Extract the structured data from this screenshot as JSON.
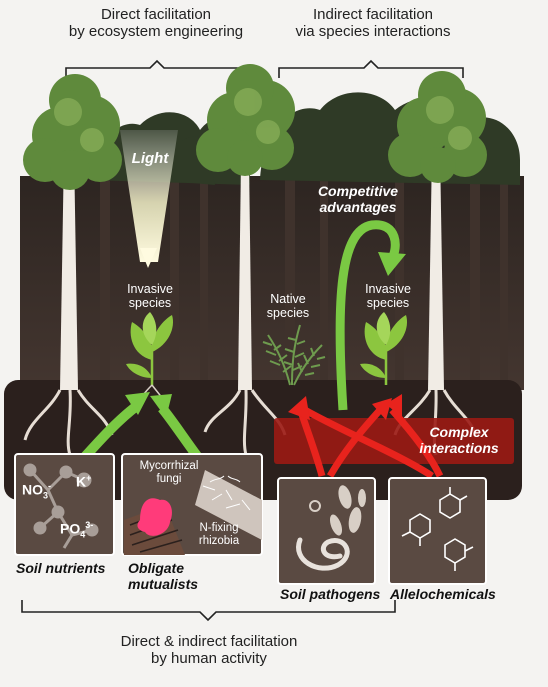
{
  "header": {
    "left_title_line1": "Direct facilitation",
    "left_title_line2": "by ecosystem engineering",
    "right_title_line1": "Indirect facilitation",
    "right_title_line2": "via species interactions"
  },
  "scene": {
    "light_label": "Light",
    "invasive_left_line1": "Invasive",
    "invasive_left_line2": "species",
    "native_line1": "Native",
    "native_line2": "species",
    "invasive_right_line1": "Invasive",
    "invasive_right_line2": "species",
    "competitive_line1": "Competitive",
    "competitive_line2": "advantages",
    "complex_line1": "Complex",
    "complex_line2": "interactions"
  },
  "boxes": {
    "soil_nutrients": {
      "caption": "Soil nutrients",
      "no3": "NO",
      "no3_sub": "3",
      "no3_sup": "-",
      "k": "K",
      "k_sup": "+",
      "po4": "PO",
      "po4_sub": "4",
      "po4_sup": "3-"
    },
    "mutualists": {
      "caption_line1": "Obligate",
      "caption_line2": "mutualists",
      "fungi_line1": "Mycorrhizal",
      "fungi_line2": "fungi",
      "rhizobia_line1": "N-fixing",
      "rhizobia_line2": "rhizobia"
    },
    "pathogens": {
      "caption": "Soil pathogens"
    },
    "allelochemicals": {
      "caption": "Allelochemicals"
    }
  },
  "footer": {
    "line1": "Direct & indirect facilitation",
    "line2": "by human activity"
  },
  "colors": {
    "forest_bg": "#3a2f2a",
    "soil": "#2e2320",
    "box_fill": "#5a4a42",
    "green_arrow": "#7ac943",
    "red_arrow": "#e8231d",
    "plant_green": "#8cc63f",
    "fern_green": "#6e9b4e",
    "tree_canopy": "#4f7a34"
  },
  "icons": [
    "light-beam",
    "tree",
    "invasive-plant",
    "fern",
    "green-arrow",
    "red-arrow",
    "molecule",
    "nematode",
    "fungal-spores"
  ]
}
